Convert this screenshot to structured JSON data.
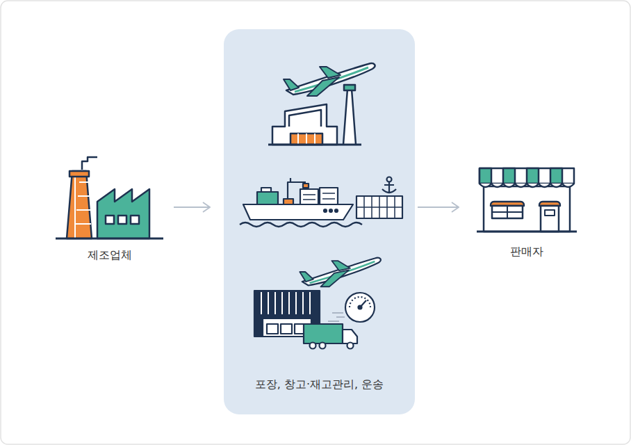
{
  "diagram": {
    "nodes": [
      {
        "text": [
          "제조업체"
        ]
      },
      {
        "text": [
          "포장, 창고·재고관리, 운송"
        ]
      },
      {
        "text": [
          "판매자"
        ]
      }
    ],
    "edges": [
      {
        "from": 0,
        "to": 1,
        "arrow": "to"
      },
      {
        "from": 1,
        "to": 2,
        "arrow": "to"
      }
    ]
  }
}
